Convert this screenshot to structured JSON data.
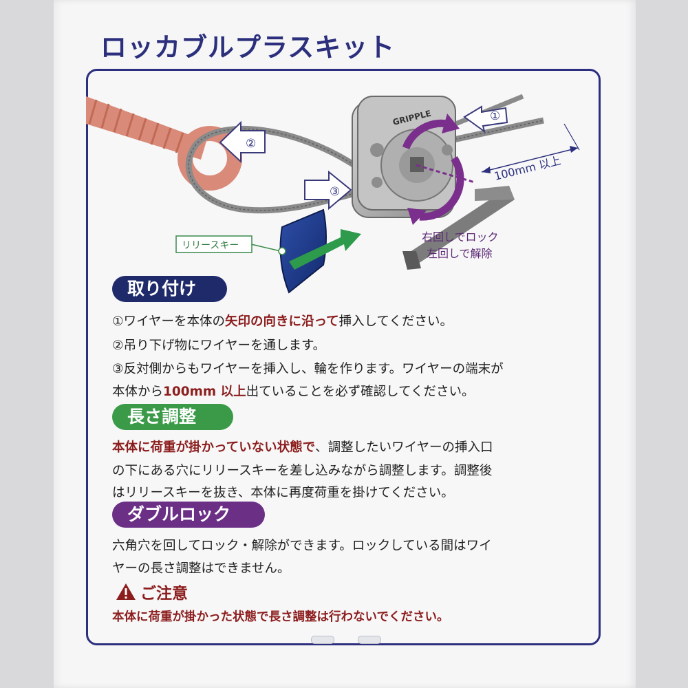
{
  "title": "ロッカブルプラスキット",
  "illustration": {
    "label_release_key": "リリースキー",
    "label_step1": "①",
    "label_step2": "②",
    "label_step3": "③",
    "label_length": "100mm 以上",
    "label_lock_right": "右回しでロック",
    "label_unlock_left": "左回しで解除",
    "brand": "GRIPPLE"
  },
  "sections": {
    "attach": {
      "heading": "取り付け",
      "line1_a": "①ワイヤーを本体の",
      "line1_red": "矢印の向きに沿って",
      "line1_b": "挿入してください。",
      "line2": "②吊り下げ物にワイヤーを通します。",
      "line3": "③反対側からもワイヤーを挿入し、輪を作ります。ワイヤーの端末が",
      "line4_a": "本体から",
      "line4_red": "100mm 以上",
      "line4_b": "出ていることを必ず確認してください。"
    },
    "length": {
      "heading": "長さ調整",
      "line1_red": "本体に荷重が掛かっていない状態で",
      "line1_b": "、調整したいワイヤーの挿入口",
      "line2": "の下にある穴にリリースキーを差し込みながら調整します。調整後",
      "line3": "はリリースキーを抜き、本体に再度荷重を掛けてください。"
    },
    "double_lock": {
      "heading": "ダブルロック",
      "line1": "六角穴を回してロック・解除ができます。ロックしている間はワイ",
      "line2": "ヤーの長さ調整はできません。"
    },
    "caution": {
      "heading": "ご注意",
      "text": "本体に荷重が掛かった状態で長さ調整は行わないでください。"
    }
  },
  "colors": {
    "navy": "#2b2f7c",
    "green": "#3b9a48",
    "purple": "#6b2f86",
    "red": "#8c1d1d"
  }
}
